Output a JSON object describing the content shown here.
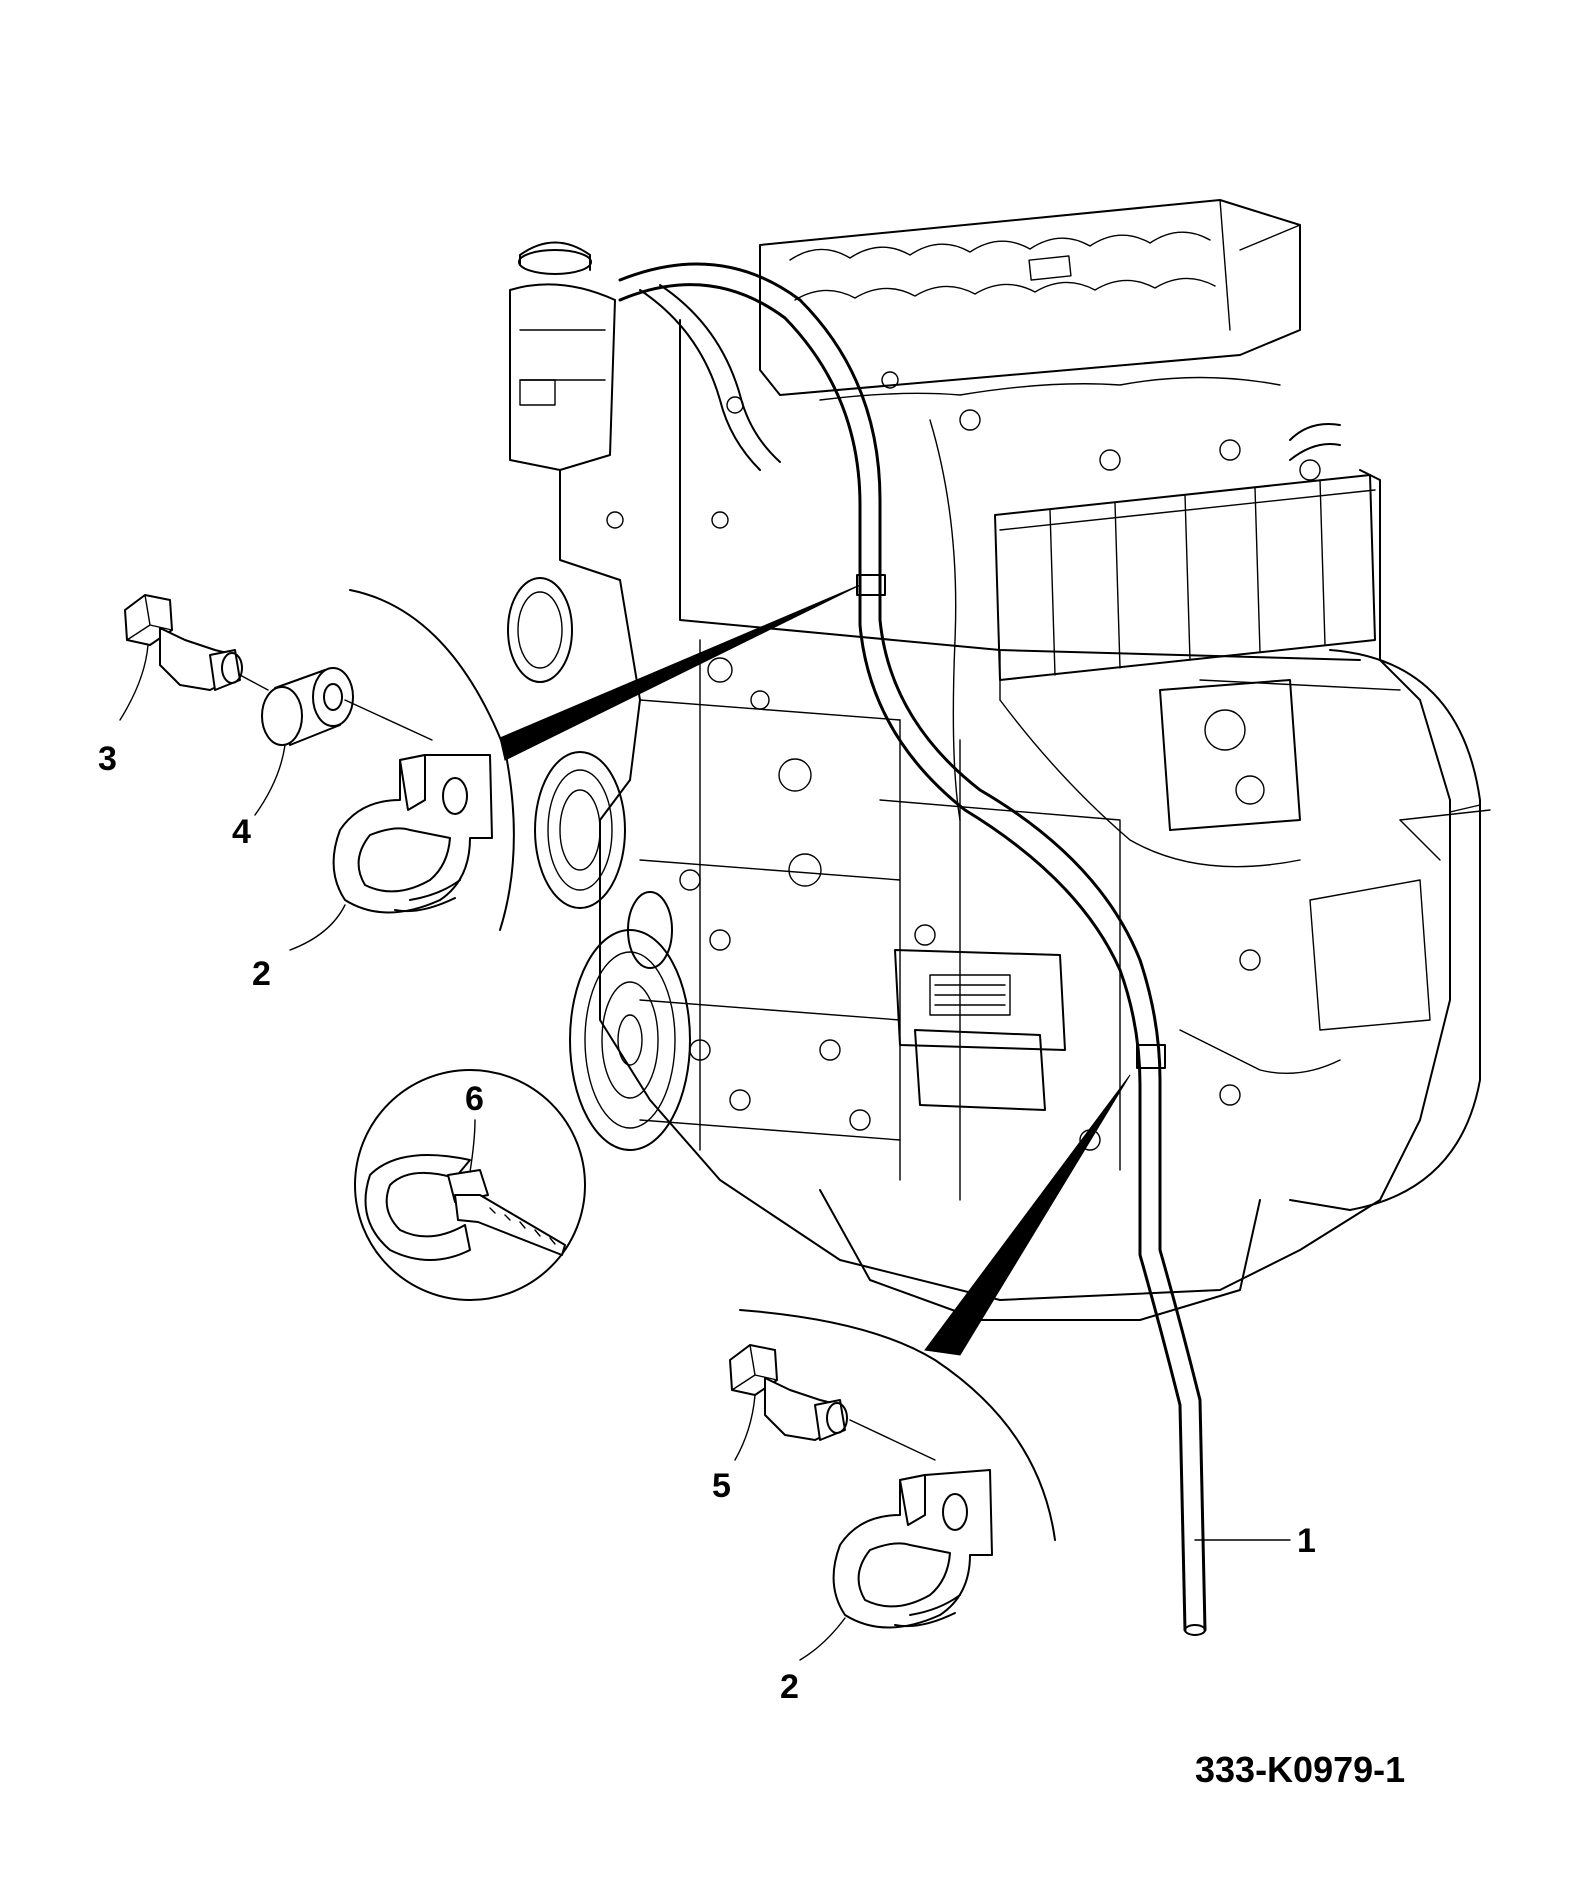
{
  "diagram": {
    "callouts": [
      {
        "id": "1",
        "label": "1"
      },
      {
        "id": "2a",
        "label": "2"
      },
      {
        "id": "2b",
        "label": "2"
      },
      {
        "id": "3",
        "label": "3"
      },
      {
        "id": "4",
        "label": "4"
      },
      {
        "id": "5",
        "label": "5"
      },
      {
        "id": "6",
        "label": "6"
      }
    ],
    "document_number": "333-K0979-1"
  }
}
